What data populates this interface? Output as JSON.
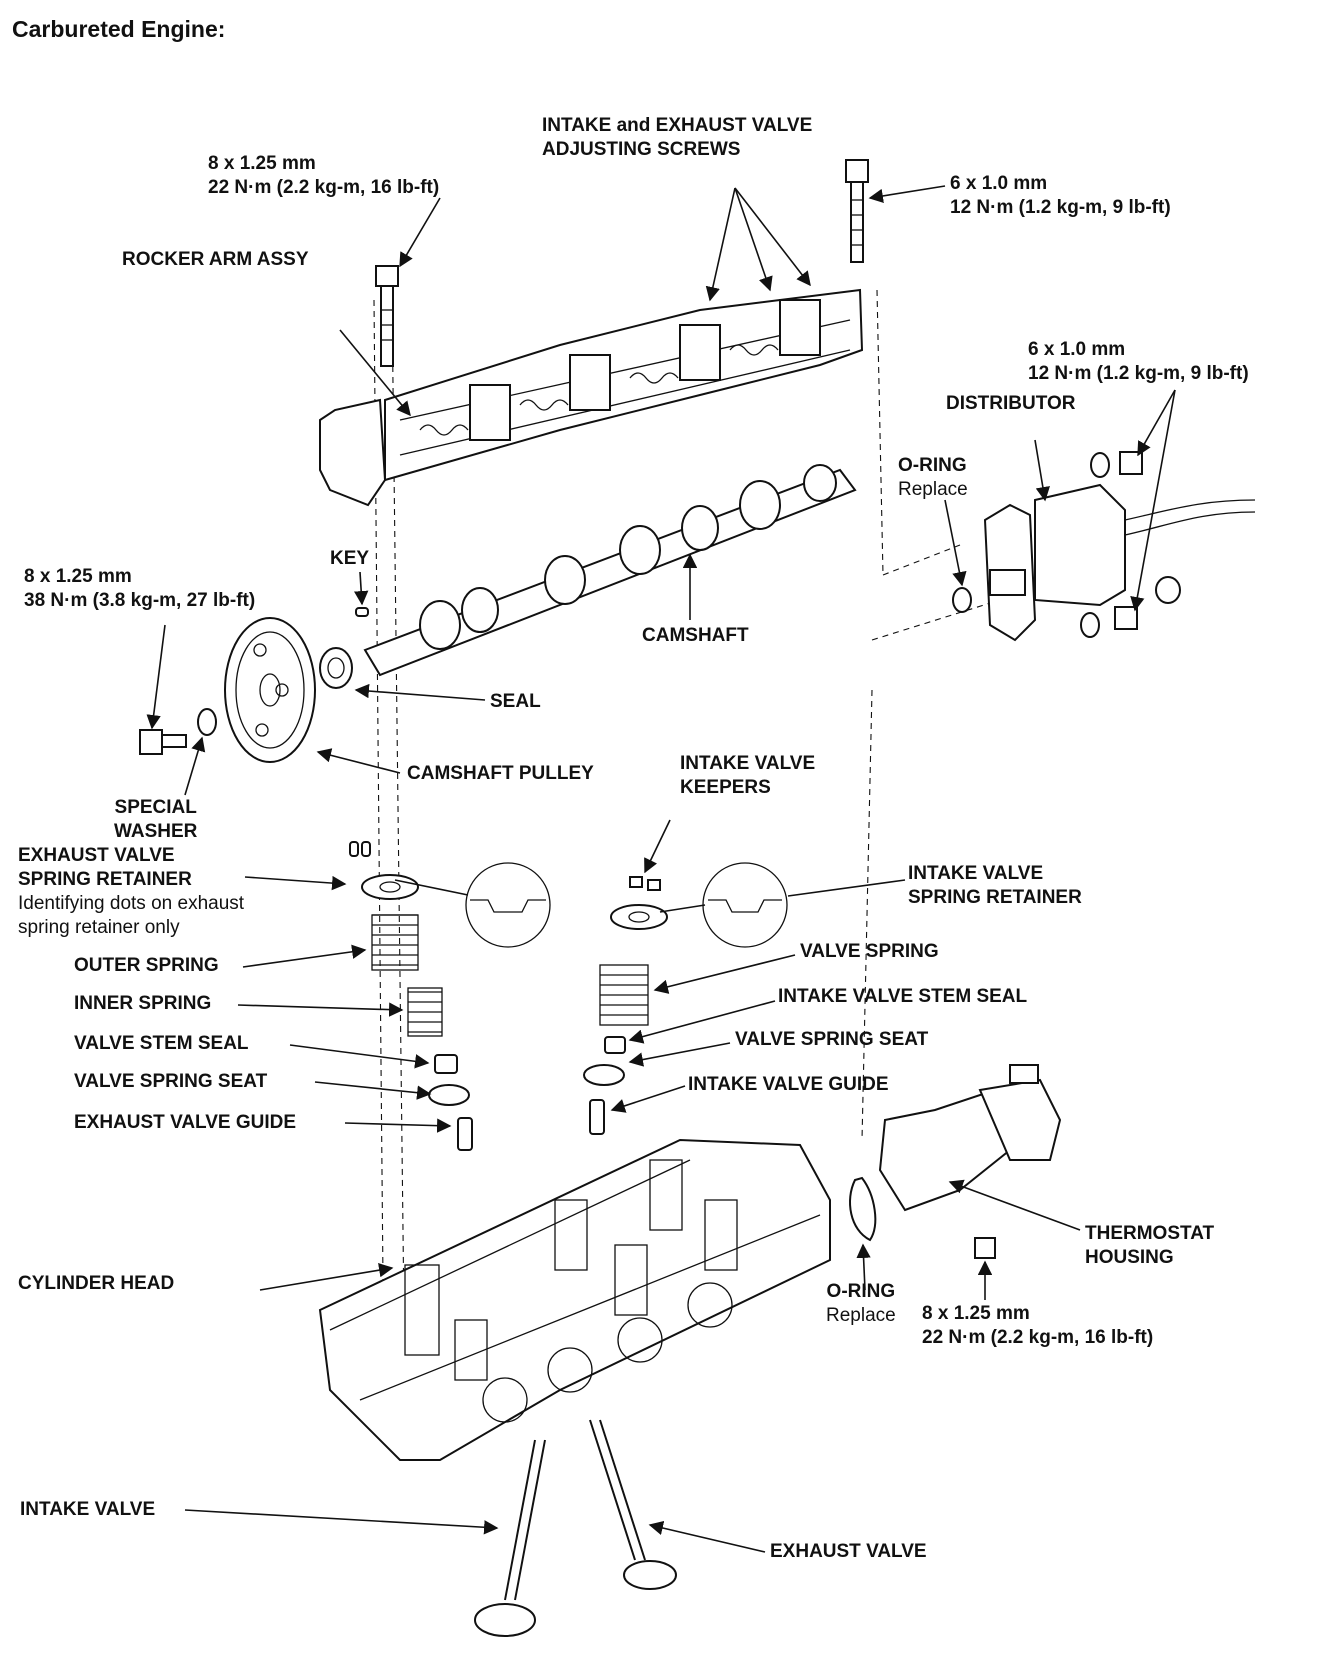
{
  "title": "Carbureted Engine:",
  "labels": {
    "adjusting_screws": [
      "INTAKE and EXHAUST VALVE",
      "ADJUSTING SCREWS"
    ],
    "rocker_bolt_spec": [
      "8 x 1.25 mm",
      "22 N·m (2.2 kg-m, 16 lb-ft)"
    ],
    "rocker_arm_assy": "ROCKER ARM ASSY",
    "top_bolt_spec": [
      "6 x 1.0 mm",
      "12 N·m (1.2 kg-m, 9 lb-ft)"
    ],
    "dist_bolt_spec": [
      "6 x 1.0 mm",
      "12 N·m (1.2 kg-m, 9 lb-ft)"
    ],
    "distributor": "DISTRIBUTOR",
    "oring_top": "O-RING",
    "oring_top_note": "Replace",
    "key": "KEY",
    "pulley_bolt_spec": [
      "8 x 1.25 mm",
      "38 N·m (3.8 kg-m, 27 lb-ft)"
    ],
    "camshaft": "CAMSHAFT",
    "seal": "SEAL",
    "camshaft_pulley": "CAMSHAFT PULLEY",
    "special_washer": [
      "SPECIAL",
      "WASHER"
    ],
    "intake_keepers": [
      "INTAKE VALVE",
      "KEEPERS"
    ],
    "exhaust_retainer": [
      "EXHAUST VALVE",
      "SPRING RETAINER"
    ],
    "exhaust_retainer_note": [
      "Identifying dots on exhaust",
      "spring retainer only"
    ],
    "intake_retainer": [
      "INTAKE VALVE",
      "SPRING RETAINER"
    ],
    "outer_spring": "OUTER SPRING",
    "valve_spring": "VALVE SPRING",
    "inner_spring": "INNER SPRING",
    "intake_stem_seal": "INTAKE VALVE STEM SEAL",
    "valve_stem_seal": "VALVE STEM SEAL",
    "valve_spring_seat_right": "VALVE SPRING SEAT",
    "valve_spring_seat_left": "VALVE SPRING SEAT",
    "intake_valve_guide": "INTAKE VALVE GUIDE",
    "exhaust_valve_guide": "EXHAUST VALVE GUIDE",
    "thermostat_housing": [
      "THERMOSTAT",
      "HOUSING"
    ],
    "cylinder_head": "CYLINDER HEAD",
    "oring_bottom": "O-RING",
    "oring_bottom_note": "Replace",
    "housing_bolt_spec": [
      "8 x 1.25 mm",
      "22 N·m (2.2 kg-m, 16 lb-ft)"
    ],
    "intake_valve": "INTAKE VALVE",
    "exhaust_valve": "EXHAUST VALVE"
  }
}
